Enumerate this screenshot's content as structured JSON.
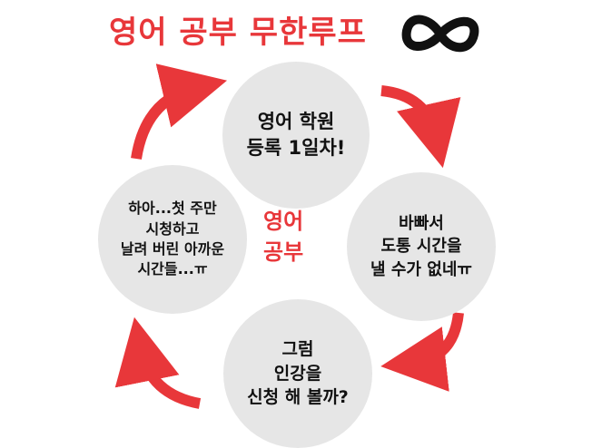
{
  "title": "영어 공부 무한루프",
  "center": {
    "line1": "영어",
    "line2": "공부"
  },
  "steps": [
    {
      "lines": [
        "영어 학원",
        "등록 1일차!"
      ]
    },
    {
      "lines": [
        "바빠서",
        "도통 시간을",
        "낼 수가 없네ㅠ"
      ]
    },
    {
      "lines": [
        "그럼",
        "인강을",
        "신청 해 볼까?"
      ]
    },
    {
      "lines": [
        "하아...첫 주만",
        "시청하고",
        "날려 버린 아까운",
        "시간들...ㅠ"
      ]
    }
  ],
  "colors": {
    "accent": "#e8373a",
    "circle": "#e6e6e6"
  }
}
